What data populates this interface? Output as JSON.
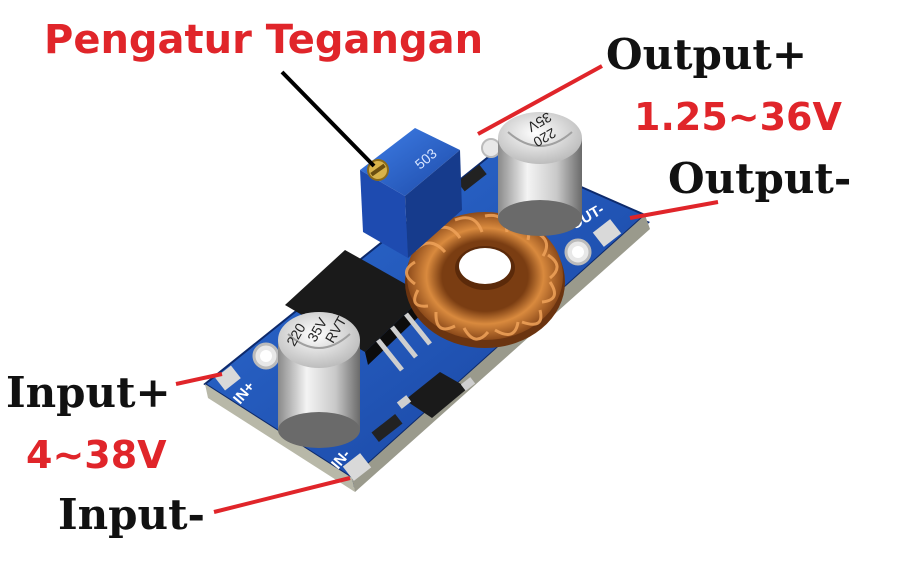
{
  "labels": {
    "title": "Pengatur Tegangan",
    "output_plus": "Output+",
    "output_range": "1.25~36V",
    "output_minus": "Output-",
    "input_plus": "Input+",
    "input_range": "4~38V",
    "input_minus": "Input-"
  },
  "board": {
    "cap_text_1": "220",
    "cap_text_2": "35V",
    "cap_text_3": "RVT",
    "silk_in_plus": "IN+",
    "silk_in_minus": "IN-",
    "silk_out_minus": "OUT-",
    "pot_text": "503"
  },
  "colors": {
    "pcb": "#1d4fb0",
    "label_red": "#e0252a",
    "leader_red": "#e0252a",
    "leader_black": "#000000"
  }
}
